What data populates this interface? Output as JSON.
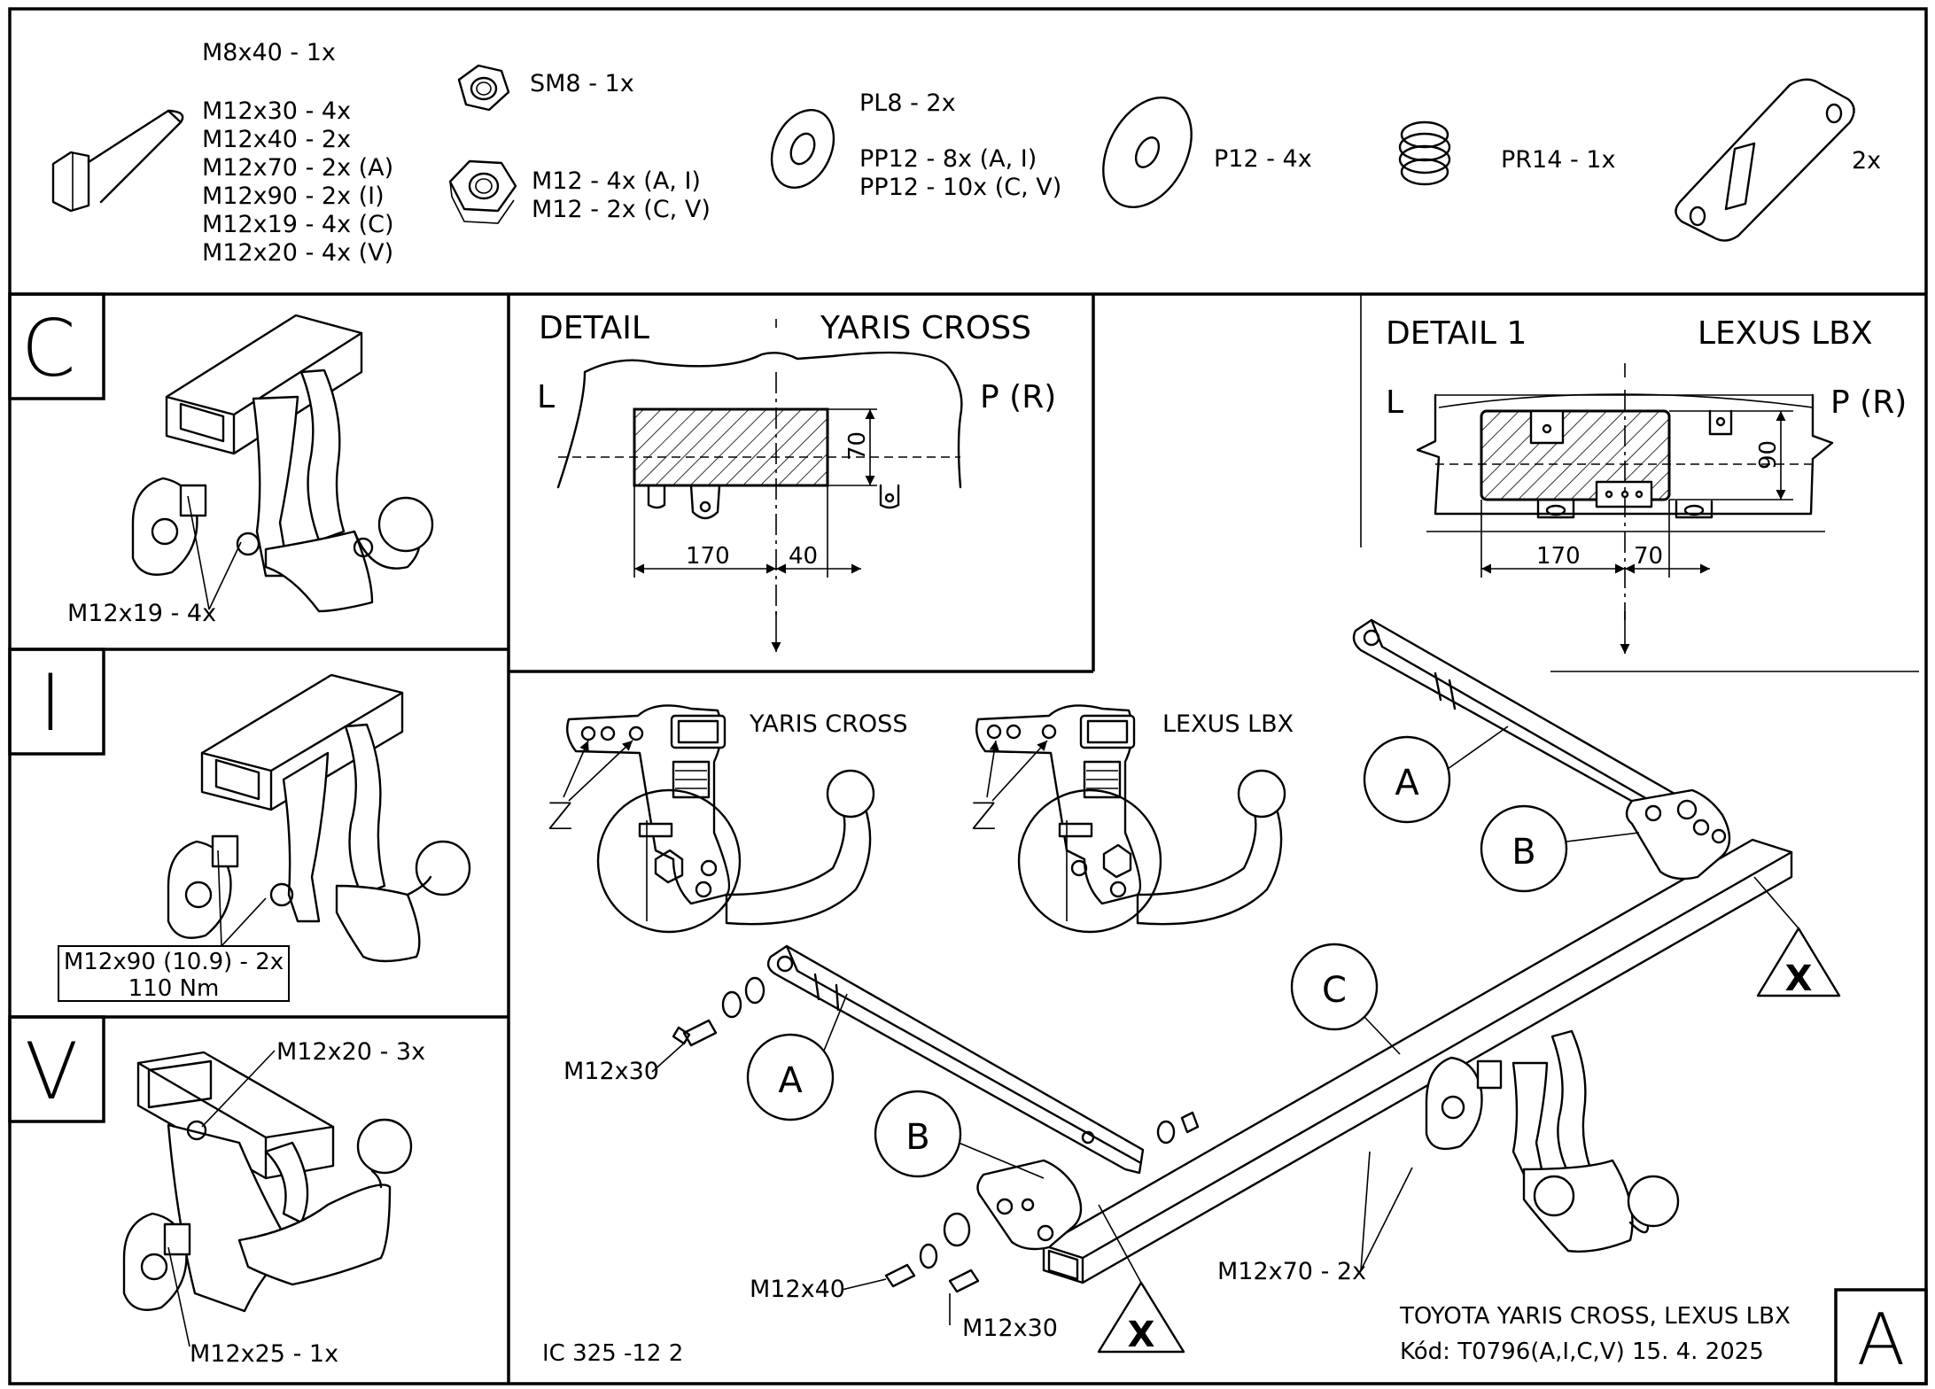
{
  "parts": {
    "bolts": [
      "M8x40 - 1x",
      "M12x30 - 4x",
      "M12x40 - 2x",
      "M12x70 - 2x (A)",
      "M12x90 - 2x (I)",
      "M12x19 - 4x (C)",
      "M12x20 - 4x (V)"
    ],
    "nut_sm8": "SM8 - 1x",
    "nuts_m12": [
      "M12 - 4x (A, I)",
      "M12 - 2x (C, V)"
    ],
    "washers_pl": [
      "PL8 - 2x",
      "PP12 - 8x (A, I)",
      "PP12 - 10x (C, V)"
    ],
    "washer_p12": "P12 - 4x",
    "spring": "PR14 - 1x",
    "plate": "2x"
  },
  "variants": {
    "c": {
      "letter": "C",
      "bolt": "M12x19 - 4x"
    },
    "i": {
      "letter": "I",
      "bolt": "M12x90 (10.9) - 2x",
      "torque": "110 Nm"
    },
    "v": {
      "letter": "V",
      "bolt_top": "M12x20 - 3x",
      "bolt_bottom": "M12x25 - 1x"
    }
  },
  "detail_yaris": {
    "title": "DETAIL",
    "model": "YARIS CROSS",
    "left": "L",
    "right": "P (R)",
    "dim_h": "70",
    "dim_a": "170",
    "dim_b": "40"
  },
  "detail_lexus": {
    "title": "DETAIL 1",
    "model": "LEXUS LBX",
    "left": "L",
    "right": "P (R)",
    "dim_h": "90",
    "dim_a": "170",
    "dim_b": "70"
  },
  "mounts": {
    "yaris_label": "YARIS CROSS",
    "lexus_label": "LEXUS LBX",
    "z": "Z"
  },
  "assembly": {
    "label_a": "A",
    "label_b": "B",
    "label_c": "C",
    "label_x": "X",
    "bolt_m12x30": "M12x30",
    "bolt_m12x40": "M12x40",
    "bolt_m12x70": "M12x70 - 2x"
  },
  "footer": {
    "code": "IC 325 -12 2",
    "vehicle": "TOYOTA YARIS CROSS, LEXUS LBX",
    "kod": "Kód: T0796(A,I,C,V)  15. 4. 2025",
    "sheet_letter": "A"
  }
}
